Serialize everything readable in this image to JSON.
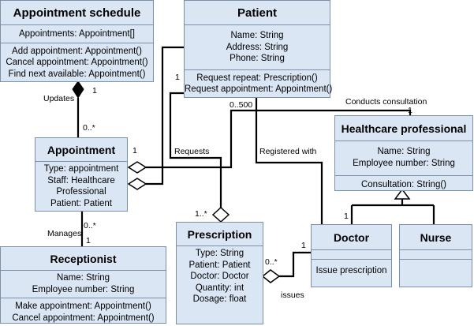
{
  "classes": {
    "appointment_schedule": {
      "name": "Appointment schedule",
      "attributes": [
        "Appointments: Appointment[]"
      ],
      "operations": [
        "Add appointment: Appointment()",
        "Cancel appointment: Appointment()",
        "Find next available: Appointment()"
      ]
    },
    "patient": {
      "name": "Patient",
      "attributes": [
        "Name: String",
        "Address: String",
        "Phone: String"
      ],
      "operations": [
        "Request repeat: Prescription()",
        "Request appointment: Appointment()"
      ]
    },
    "appointment": {
      "name": "Appointment",
      "attributes": [
        "Type: appointment",
        "Staff: Healthcare",
        "Professional",
        "Patient: Patient"
      ]
    },
    "healthcare_professional": {
      "name": "Healthcare professional",
      "attributes": [
        "Name: String",
        "Employee number: String"
      ],
      "operations": [
        "Consultation: String()"
      ]
    },
    "prescription": {
      "name": "Prescription",
      "attributes": [
        "Type: String",
        "Patient: Patient",
        "Doctor: Doctor",
        "Quantity: int",
        "Dosage: float"
      ]
    },
    "doctor": {
      "name": "Doctor",
      "operations": [
        "Issue prescription"
      ]
    },
    "nurse": {
      "name": "Nurse"
    },
    "receptionist": {
      "name": "Receptionist",
      "attributes": [
        "Name: String",
        "Employee number: String"
      ],
      "operations": [
        "Make appointment: Appointment()",
        "Cancel appointment: Appointment()"
      ]
    }
  },
  "labels": {
    "updates": "Updates",
    "updates_mult_top": "1",
    "updates_mult_bottom": "0..*",
    "patient_appt_mult": "1",
    "appt_mult_left": "1",
    "requests": "Requests",
    "requests_mult": "1..*",
    "registered_with": "Registered with",
    "conducts_consultation": "Conducts consultation",
    "conducts_mult_patient": "0..500",
    "conducts_mult_hp": "1",
    "manages": "Manages",
    "manages_mult_top": "0..*",
    "manages_mult_bottom": "1",
    "issues": "issues",
    "issues_mult_rx": "0..*",
    "issues_mult_doctor": "1",
    "doctor_gen_mult": "1"
  }
}
